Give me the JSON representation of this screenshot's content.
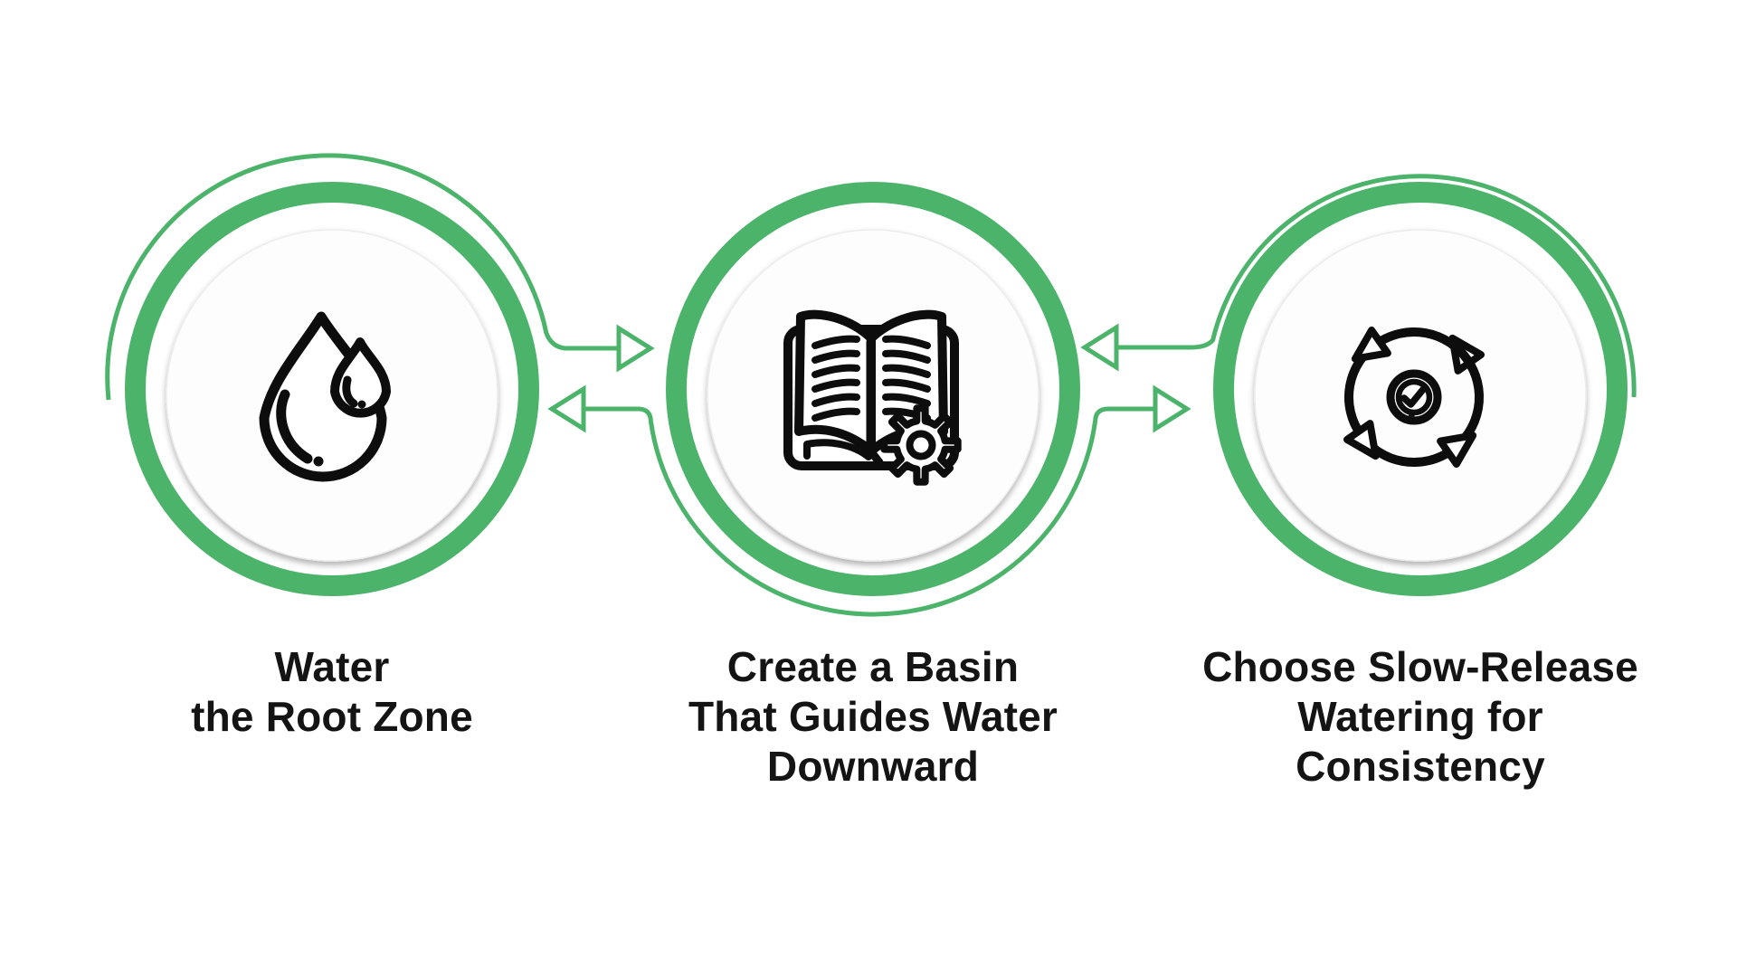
{
  "diagram": {
    "background": "#FFFFFF",
    "accent_color": "#4CB36A",
    "icon_color": "#0D0D0D",
    "text_color": "#141414",
    "inner_circle_fill": "#FDFDFD",
    "shadow_color": "#C4C4C4",
    "steps": [
      {
        "name": "water-the-root-zone",
        "icon": "water-drop-icon",
        "lines": [
          "Water",
          "the Root Zone"
        ]
      },
      {
        "name": "create-a-basin",
        "icon": "open-book-gear-icon",
        "lines": [
          "Create a Basin",
          "That Guides Water",
          "Downward"
        ]
      },
      {
        "name": "slow-release-watering",
        "icon": "cycle-check-icon",
        "lines": [
          "Choose Slow-Release",
          "Watering for",
          "Consistency"
        ]
      }
    ],
    "connectors": [
      {
        "between": "step-1-and-step-2",
        "row": "upper",
        "direction": "right"
      },
      {
        "between": "step-1-and-step-2",
        "row": "lower",
        "direction": "left"
      },
      {
        "between": "step-2-and-step-3",
        "row": "upper",
        "direction": "left"
      },
      {
        "between": "step-2-and-step-3",
        "row": "lower",
        "direction": "right"
      }
    ]
  }
}
